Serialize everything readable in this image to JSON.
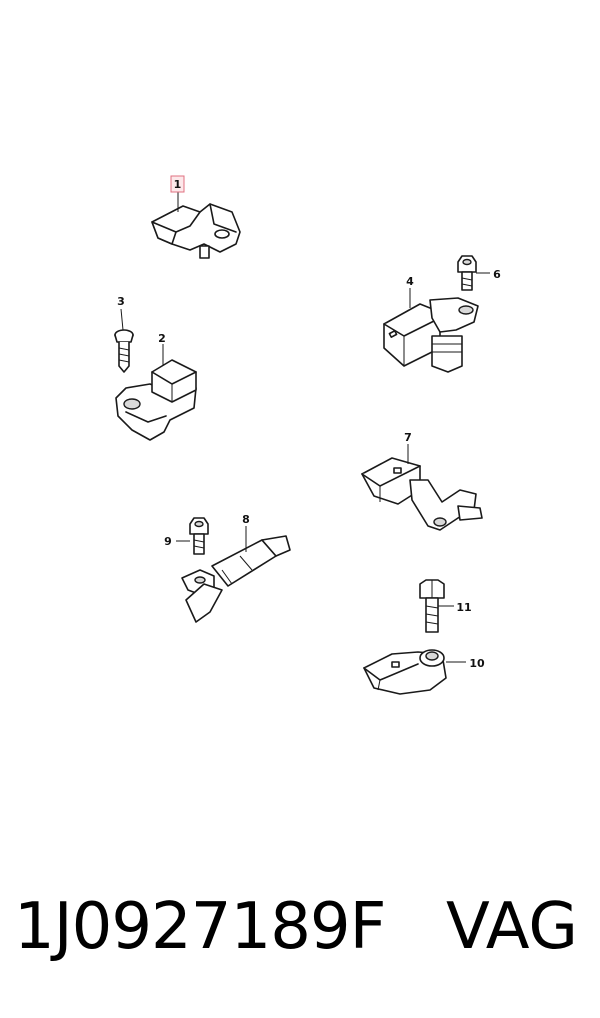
{
  "callouts": [
    {
      "id": "1",
      "label": "1",
      "highlighted": true
    },
    {
      "id": "2",
      "label": "2"
    },
    {
      "id": "3",
      "label": "3"
    },
    {
      "id": "4",
      "label": "4"
    },
    {
      "id": "6",
      "label": "6"
    },
    {
      "id": "7",
      "label": "7"
    },
    {
      "id": "8",
      "label": "8"
    },
    {
      "id": "9",
      "label": "9"
    },
    {
      "id": "10",
      "label": "10"
    },
    {
      "id": "11",
      "label": "11"
    }
  ],
  "footer": {
    "part_number": "1J0927189F",
    "brand": "VAG"
  },
  "colors": {
    "highlight_fill": "#fde8ea",
    "highlight_stroke": "#e07080"
  }
}
